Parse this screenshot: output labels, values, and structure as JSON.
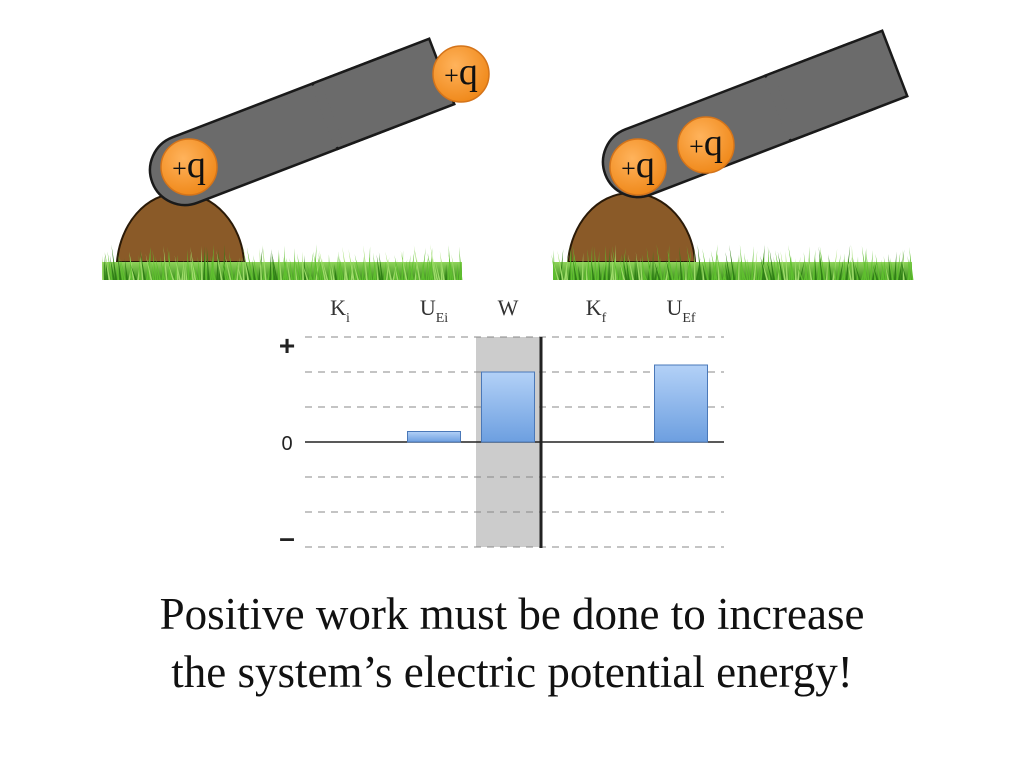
{
  "diagram": {
    "left_scene": {
      "charge_top": {
        "sign": "+",
        "symbol": "q"
      },
      "charge_base": {
        "sign": "+",
        "symbol": "q"
      }
    },
    "right_scene": {
      "charge_inside": {
        "sign": "+",
        "symbol": "q"
      },
      "charge_base": {
        "sign": "+",
        "symbol": "q"
      }
    }
  },
  "bar_chart": {
    "columns": [
      {
        "main": "K",
        "sub": "i"
      },
      {
        "main": "U",
        "sub": "Ei"
      },
      {
        "main": "W",
        "sub": ""
      },
      {
        "main": "K",
        "sub": "f"
      },
      {
        "main": "U",
        "sub": "Ef"
      }
    ],
    "y_labels": {
      "plus": "+",
      "zero": "0",
      "minus": "–"
    },
    "values": [
      0,
      0.3,
      2,
      0,
      2.2
    ],
    "ylim": [
      -3,
      3
    ],
    "colors": {
      "bar_fill": "#8fb8ec",
      "bar_stroke": "#4a78b8",
      "w_band": "#cccccc"
    }
  },
  "caption": {
    "line1": "Positive work must be done to increase",
    "line2": "the system’s electric potential energy!"
  },
  "colors": {
    "charge": "#f5932a",
    "cannon": "#6b6b6b",
    "mound": "#8a5a28",
    "grass": "#4caa2a"
  }
}
